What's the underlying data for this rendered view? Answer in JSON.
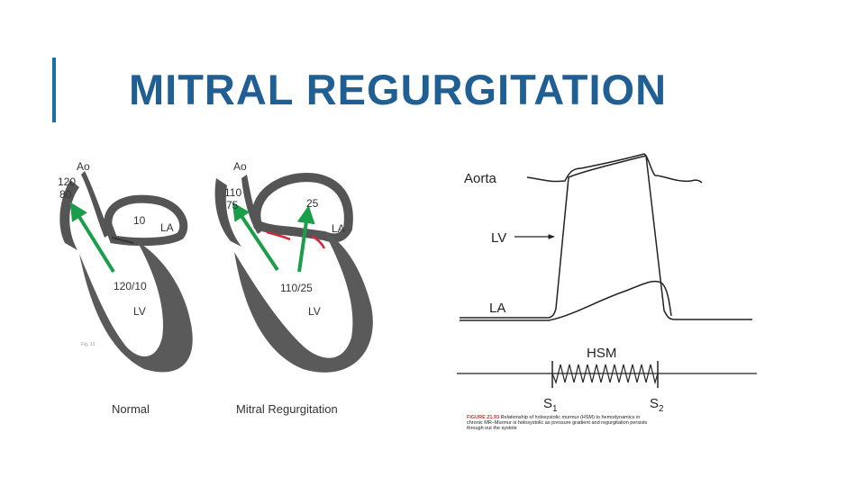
{
  "slide": {
    "title": "MITRAL REGURGITATION",
    "accent_color": "#1a6ea8",
    "title_color": "#1f5f93"
  },
  "hearts": {
    "arrow_color": "#1a9e4a",
    "regurg_color": "#d0283c",
    "normal": {
      "label": "Normal",
      "ao": "Ao",
      "ao_p1": "120",
      "ao_p2": "80",
      "la": "LA",
      "la_pressure": "10",
      "lv": "LV",
      "lv_pressure": "120/10",
      "fig_mark": "Fig. 13"
    },
    "mitral": {
      "label": "Mitral Regurgitation",
      "ao": "Ao",
      "ao_p1": "110",
      "ao_p2": "75",
      "la": "LA",
      "la_pressure": "25",
      "lv": "LV",
      "lv_pressure": "110/25"
    }
  },
  "waveform": {
    "aorta": "Aorta",
    "lv": "LV",
    "la": "LA",
    "hsm": "HSM",
    "s1": "S",
    "s1_sub": "1",
    "s2": "S",
    "s2_sub": "2"
  },
  "caption": {
    "figure_label": "FIGURE 21.93",
    "line1": "Relationship of holosystolic murmur (HSM) to hemodynamics in",
    "line2": "chronic MR–Murmur is holosystolic as pressure gradient and regurgitation persists",
    "line3": "through out the systole"
  }
}
